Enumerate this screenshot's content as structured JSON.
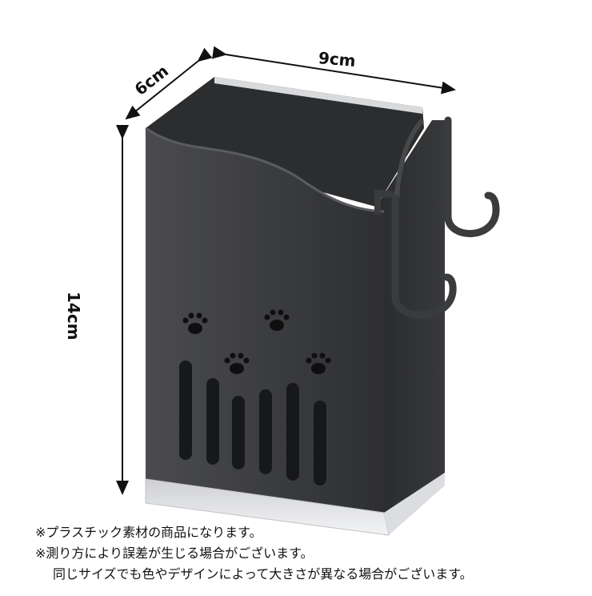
{
  "dimensions": {
    "width": "9cm",
    "depth": "6cm",
    "height": "14cm"
  },
  "notes": {
    "material": "※プラスチック素材の商品になります。",
    "tolerance": "※測り方により誤差が生じる場合がございます。",
    "size_variation": "同じサイズでも色やデザインによって大きさが異なる場合がございます。"
  },
  "colors": {
    "body": "#3f4042",
    "body_dark": "#2b2c2e",
    "rim": "#d9dadc",
    "base": "#e6e7ea"
  },
  "icons": [
    "paw-print-icon",
    "paw-print-icon",
    "paw-print-icon",
    "paw-print-icon"
  ]
}
